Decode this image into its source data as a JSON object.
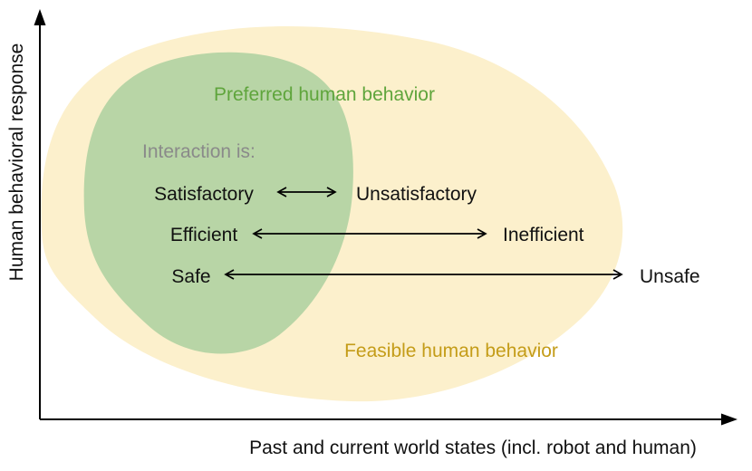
{
  "figure": {
    "y_axis_label": "Human behavioral response",
    "x_axis_label": "Past and current world states (incl. robot and human)",
    "regions": {
      "feasible": {
        "label": "Feasible human behavior",
        "fill_color": "#fcf0cc",
        "label_color": "#c49c18"
      },
      "preferred": {
        "label": "Preferred human behavior",
        "fill_color": "#b8d5a6",
        "label_color": "#5fa53c"
      }
    },
    "interaction_heading": {
      "text": "Interaction is:",
      "color": "#8a8a8a"
    },
    "spectra": [
      {
        "left": "Satisfactory",
        "right": "Unsatisfactory"
      },
      {
        "left": "Efficient",
        "right": "Inefficient"
      },
      {
        "left": "Safe",
        "right": "Unsafe"
      }
    ],
    "axis_color": "#000000",
    "text_color": "#111111"
  }
}
